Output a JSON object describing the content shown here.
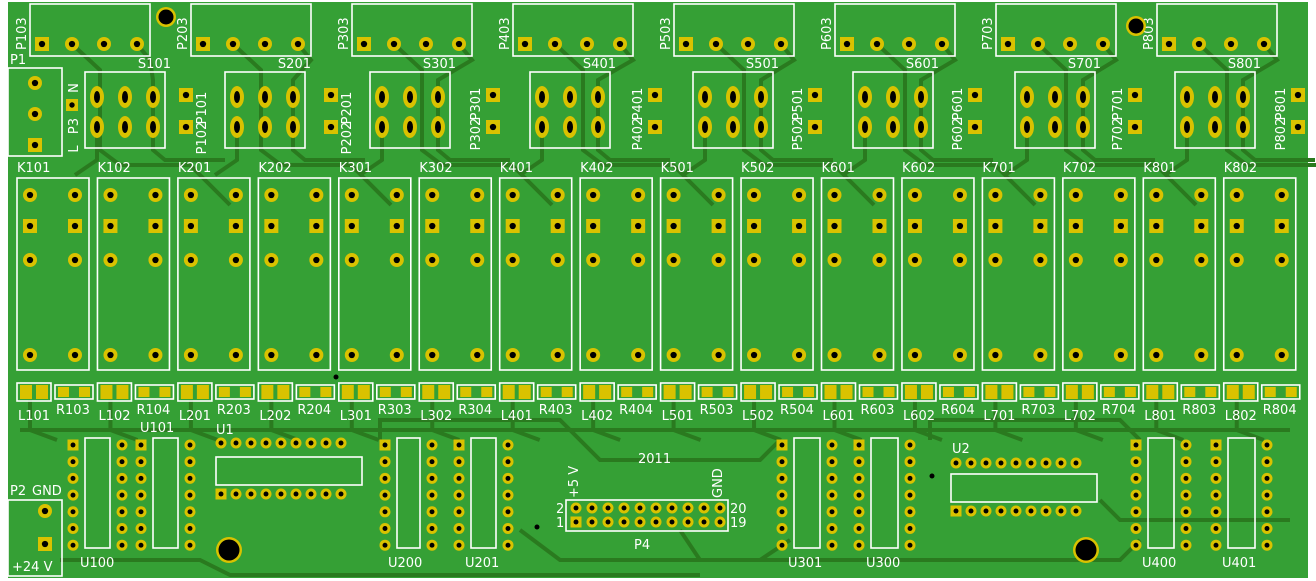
{
  "colors": {
    "board": "#35a035",
    "trace": "#2a7a1f",
    "pad": "#d9c200",
    "silk": "#ffffff",
    "hole": "#000000"
  },
  "board_year": "2011",
  "modules": [
    {
      "conn": "P103",
      "switch": "S101",
      "pa": "P101",
      "pb": "P102"
    },
    {
      "conn": "P203",
      "switch": "S201",
      "pa": "P201",
      "pb": "P202"
    },
    {
      "conn": "P303",
      "switch": "S301",
      "pa": "P301",
      "pb": "P302"
    },
    {
      "conn": "P403",
      "switch": "S401",
      "pa": "P401",
      "pb": "P402"
    },
    {
      "conn": "P503",
      "switch": "S501",
      "pa": "P501",
      "pb": "P502"
    },
    {
      "conn": "P603",
      "switch": "S601",
      "pa": "P601",
      "pb": "P602"
    },
    {
      "conn": "P703",
      "switch": "S701",
      "pa": "P701",
      "pb": "P702"
    },
    {
      "conn": "P803",
      "switch": "S801",
      "pa": "P801",
      "pb": "P802"
    }
  ],
  "relays": [
    "K101",
    "K102",
    "K201",
    "K202",
    "K301",
    "K302",
    "K401",
    "K402",
    "K501",
    "K502",
    "K601",
    "K602",
    "K701",
    "K702",
    "K801",
    "K802"
  ],
  "leds": [
    "L101",
    "L102",
    "L201",
    "L202",
    "L301",
    "L302",
    "L401",
    "L402",
    "L501",
    "L502",
    "L601",
    "L602",
    "L701",
    "L702",
    "L801",
    "L802"
  ],
  "resistors": [
    "R103",
    "R104",
    "R203",
    "R204",
    "R303",
    "R304",
    "R403",
    "R404",
    "R503",
    "R504",
    "R603",
    "R604",
    "R703",
    "R704",
    "R803",
    "R804"
  ],
  "p1": {
    "ref": "P1"
  },
  "p3": {
    "ref": "P3",
    "n": "N",
    "l": "L"
  },
  "p2": {
    "ref": "P2",
    "gnd": "GND",
    "v24": "+24 V"
  },
  "p4": {
    "ref": "P4",
    "v5": "+5 V",
    "gnd": "GND",
    "pin2": "2",
    "pin1": "1",
    "pin20": "20",
    "pin19": "19"
  },
  "ics": [
    {
      "ref": "U100",
      "kind": "dip"
    },
    {
      "ref": "U101",
      "kind": "dip"
    },
    {
      "ref": "U1",
      "kind": "hdip"
    },
    {
      "ref": "U200",
      "kind": "dip"
    },
    {
      "ref": "U201",
      "kind": "dip"
    },
    {
      "ref": "U301",
      "kind": "dip"
    },
    {
      "ref": "U300",
      "kind": "dip"
    },
    {
      "ref": "U2",
      "kind": "hdip"
    },
    {
      "ref": "U400",
      "kind": "dip"
    },
    {
      "ref": "U401",
      "kind": "dip"
    }
  ]
}
